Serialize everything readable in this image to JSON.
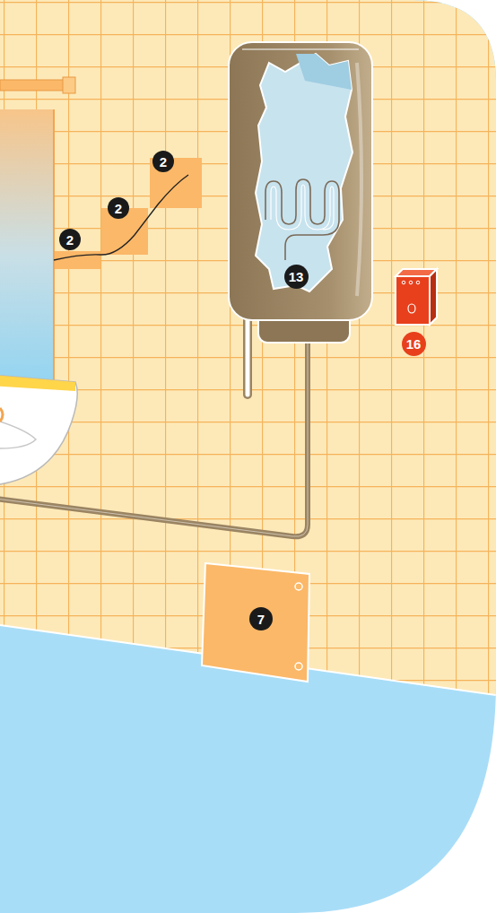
{
  "diagram": {
    "labels": [
      "2",
      "2",
      "2",
      "13",
      "16",
      "7"
    ]
  }
}
